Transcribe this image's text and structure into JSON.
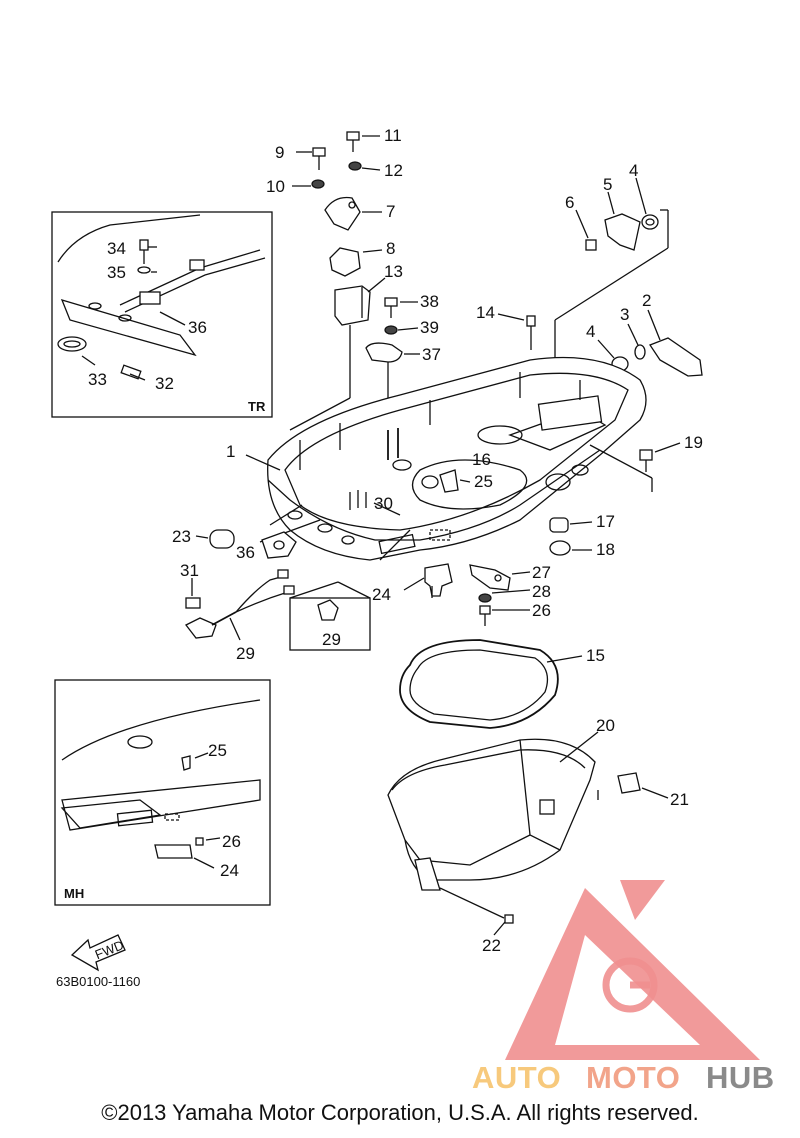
{
  "callouts": {
    "c1": "1",
    "c2": "2",
    "c3": "3",
    "c4a": "4",
    "c4b": "4",
    "c5": "5",
    "c6": "6",
    "c7": "7",
    "c8": "8",
    "c9": "9",
    "c10": "10",
    "c11": "11",
    "c12": "12",
    "c13": "13",
    "c14": "14",
    "c15": "15",
    "c16": "16",
    "c17": "17",
    "c18": "18",
    "c19": "19",
    "c20": "20",
    "c21": "21",
    "c22a": "22",
    "c23": "23",
    "c24a": "24",
    "c24b": "24",
    "c25a": "25",
    "c25b": "25",
    "c26a": "26",
    "c26b": "26",
    "c27": "27",
    "c28": "28",
    "c29a": "29",
    "c29b": "29",
    "c30": "30",
    "c31": "31",
    "c32": "32",
    "c33": "33",
    "c34": "34",
    "c35": "35",
    "c36a": "36",
    "c36b": "36",
    "c37": "37",
    "c38": "38",
    "c39": "39"
  },
  "insets": {
    "tr_tag": "TR",
    "mh_tag": "MH"
  },
  "fwd_label": "FWD",
  "part_code": "63B0100-1160",
  "watermark": {
    "part1": "AUTO",
    "part2": "MOTO",
    "part3": "HUB",
    "color_tri": "#f08f8f",
    "color_auto": "#f7c97c",
    "color_moto": "#f2a48a",
    "color_hub": "#8a8a8a"
  },
  "copyright": "©2013 Yamaha Motor Corporation, U.S.A. All rights reserved."
}
